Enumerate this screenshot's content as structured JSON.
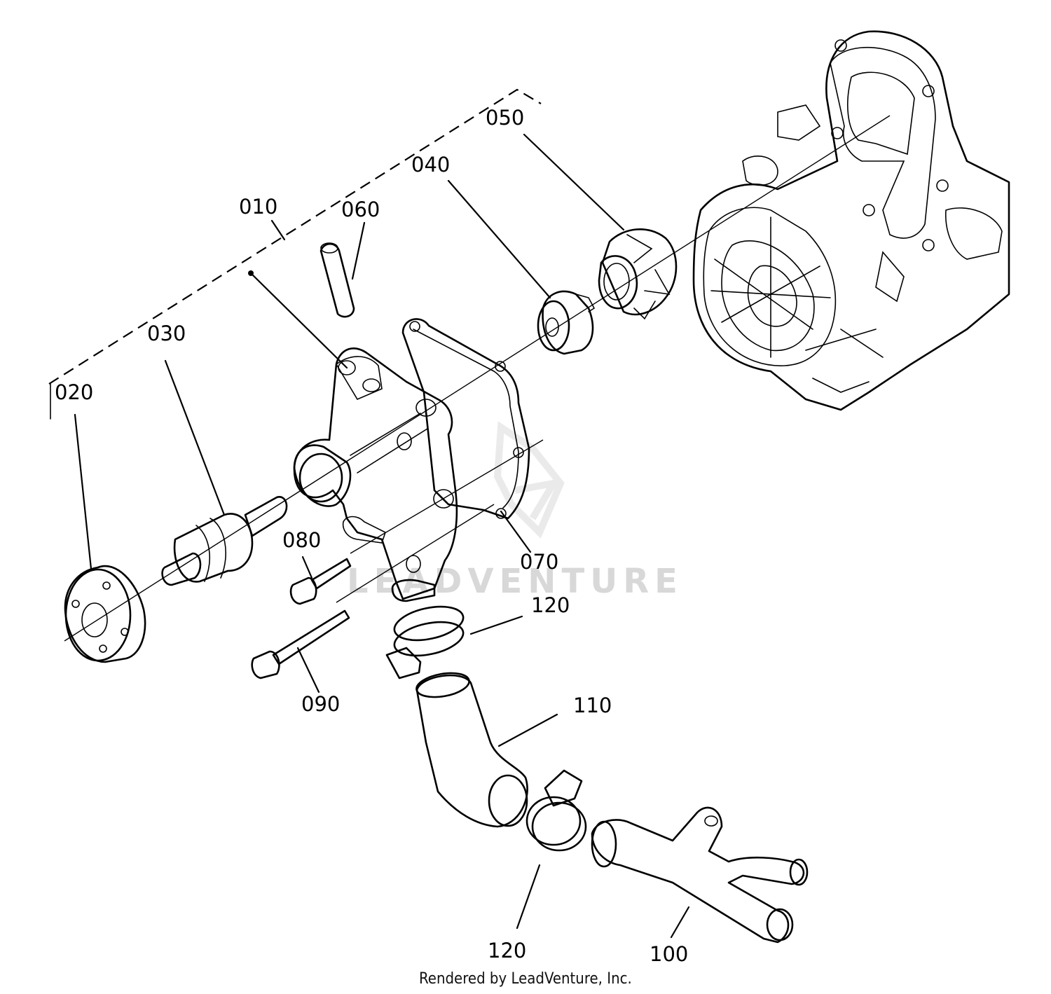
{
  "diagram": {
    "callouts": [
      {
        "id": "010",
        "label": "010"
      },
      {
        "id": "020",
        "label": "020"
      },
      {
        "id": "030",
        "label": "030"
      },
      {
        "id": "040",
        "label": "040"
      },
      {
        "id": "050",
        "label": "050"
      },
      {
        "id": "060",
        "label": "060"
      },
      {
        "id": "070",
        "label": "070"
      },
      {
        "id": "080",
        "label": "080"
      },
      {
        "id": "090",
        "label": "090"
      },
      {
        "id": "100",
        "label": "100"
      },
      {
        "id": "110",
        "label": "110"
      },
      {
        "id": "120a",
        "label": "120"
      },
      {
        "id": "120b",
        "label": "120"
      }
    ],
    "watermark": "LEADVENTURE",
    "credit": "Rendered by LeadVenture, Inc."
  }
}
